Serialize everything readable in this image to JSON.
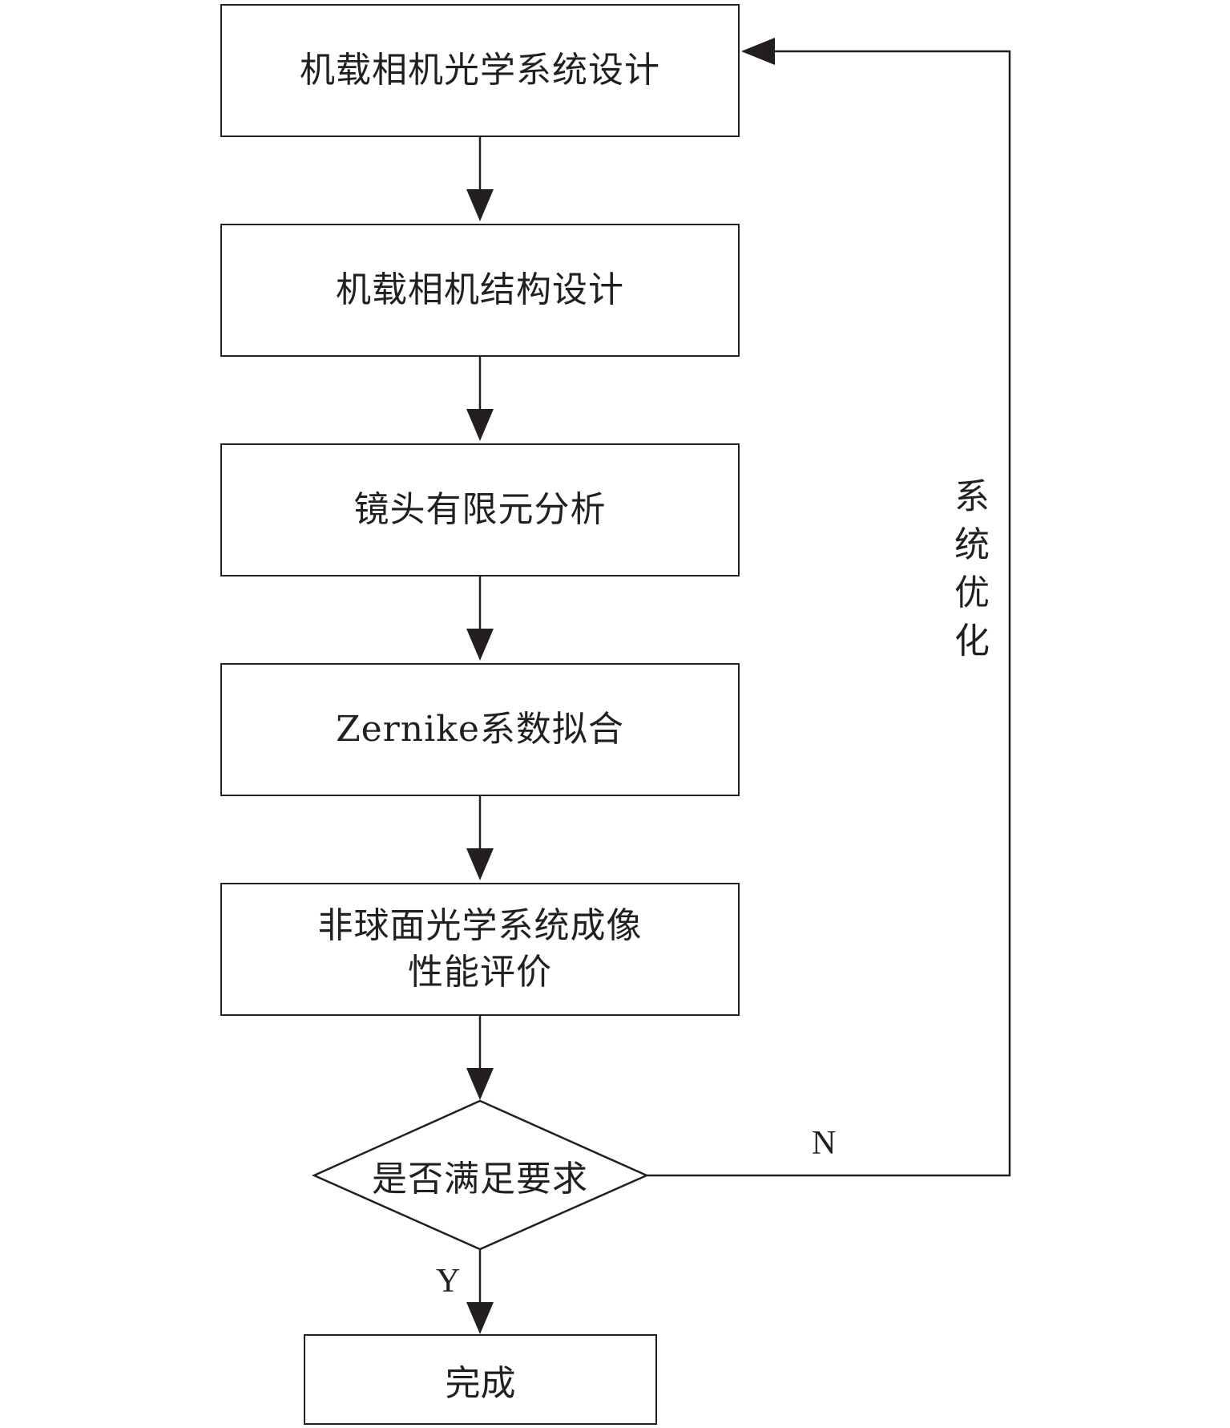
{
  "steps": [
    {
      "label": "机载相机光学系统设计"
    },
    {
      "label": "机载相机结构设计"
    },
    {
      "label": "镜头有限元分析"
    },
    {
      "label": "Zernike系数拟合"
    },
    {
      "label_line1": "非球面光学系统成像",
      "label_line2": "性能评价"
    }
  ],
  "decision": {
    "label": "是否满足要求"
  },
  "branches": {
    "no": "N",
    "yes": "Y"
  },
  "loop": {
    "label_chars": [
      "系",
      "统",
      "优",
      "化"
    ]
  },
  "end": {
    "label": "完成"
  }
}
